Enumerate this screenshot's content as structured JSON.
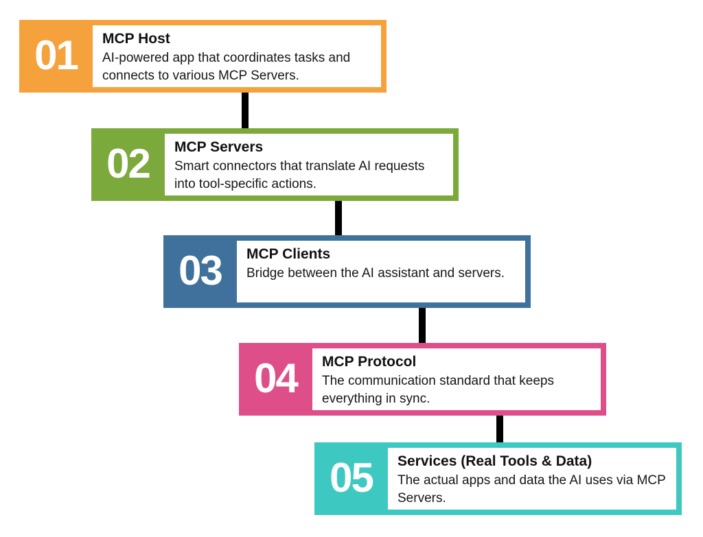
{
  "diagram": {
    "background_color": "#ffffff",
    "connector_color": "#000000",
    "number_text_color": "#ffffff",
    "card_background_color": "#ffffff",
    "steps": [
      {
        "number": "01",
        "title": "MCP Host",
        "description": "AI-powered app that coordinates tasks and connects to various MCP Servers.",
        "color": "#F5A23C"
      },
      {
        "number": "02",
        "title": "MCP Servers",
        "description": "Smart connectors that translate AI requests into tool-specific actions.",
        "color": "#7CA93B"
      },
      {
        "number": "03",
        "title": "MCP Clients",
        "description": "Bridge between the AI assistant and servers.",
        "color": "#3F719C"
      },
      {
        "number": "04",
        "title": "MCP Protocol",
        "description": "The communication standard that keeps everything in sync.",
        "color": "#DE4F8A"
      },
      {
        "number": "05",
        "title": "Services (Real Tools & Data)",
        "description": "The actual apps and data the AI uses via MCP Servers.",
        "color": "#3EC8C2"
      }
    ]
  }
}
